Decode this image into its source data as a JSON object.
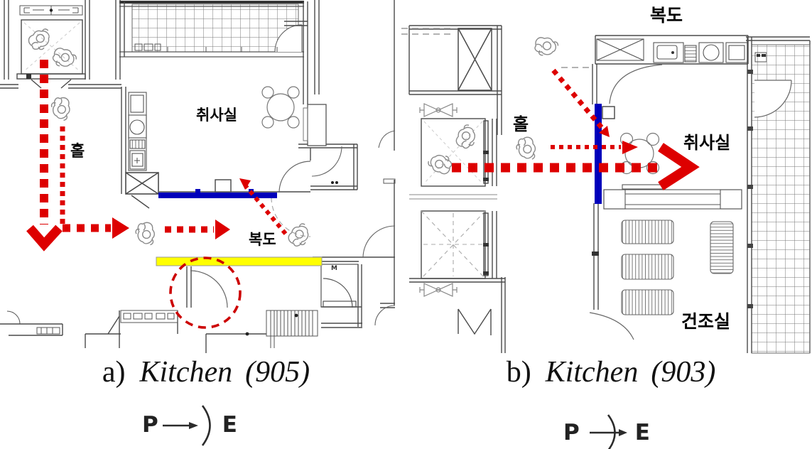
{
  "figure": {
    "colors": {
      "route_red": "#dd0000",
      "door_blue": "#0000bb",
      "exit_yellow": "#ffff00",
      "wall_line": "#4a4a4a"
    },
    "panel_a": {
      "caption_prefix": "a)",
      "caption_title": "Kitchen",
      "caption_number": "(905)",
      "label_kitchen": "취사실",
      "label_corridor": "복도",
      "label_hall": "홀",
      "marker_m": "M",
      "legend_start": "P",
      "legend_end": "E"
    },
    "panel_b": {
      "caption_prefix": "b)",
      "caption_title": "Kitchen",
      "caption_number": "(903)",
      "label_kitchen": "취사실",
      "label_corridor": "복도",
      "label_hall": "홀",
      "label_drying_room": "건조실",
      "legend_start": "P",
      "legend_end": "E"
    }
  }
}
